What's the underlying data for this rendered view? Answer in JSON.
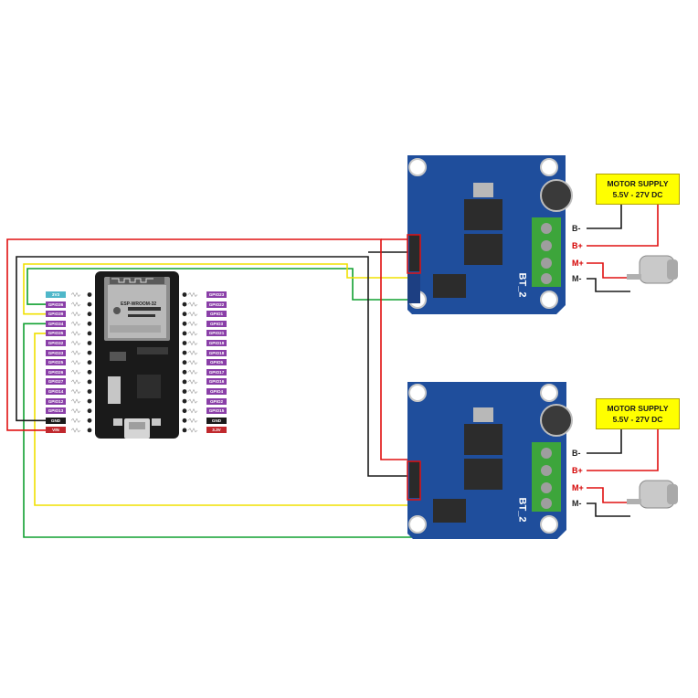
{
  "esp32": {
    "left_pins": [
      "3V3",
      "GPIO36",
      "GPIO39",
      "GPIO34",
      "GPIO35",
      "GPIO32",
      "GPIO33",
      "GPIO25",
      "GPIO26",
      "GPIO27",
      "GPIO14",
      "GPIO12",
      "GPIO13",
      "GND",
      "VIN"
    ],
    "right_pins": [
      "GPIO23",
      "GPIO22",
      "GPIO1",
      "GPIO3",
      "GPIO21",
      "GPIO19",
      "GPIO18",
      "GPIO5",
      "GPIO17",
      "GPIO16",
      "GPIO4",
      "GPIO2",
      "GPIO15",
      "GND",
      "3.3V"
    ],
    "module_text": "ESP-WROOM-32",
    "colors": {
      "gpio": "#8a3fa8",
      "gnd": "#1a1a1a",
      "power": "#c0282d",
      "three_v3": "#4fb7c9"
    }
  },
  "drivers": [
    {
      "board_label": "BT_2",
      "supply_title": "MOTOR SUPPLY",
      "supply_range": "5.5V - 27V DC",
      "terminals": [
        "B-",
        "B+",
        "M+",
        "M-"
      ]
    },
    {
      "board_label": "BT_2",
      "supply_title": "MOTOR SUPPLY",
      "supply_range": "5.5V - 27V DC",
      "terminals": [
        "B-",
        "B+",
        "M+",
        "M-"
      ]
    }
  ],
  "wire_colors": {
    "vin": "#e01010",
    "gnd": "#1a1a1a",
    "signal_a": "#f0e000",
    "signal_b": "#10a030"
  }
}
